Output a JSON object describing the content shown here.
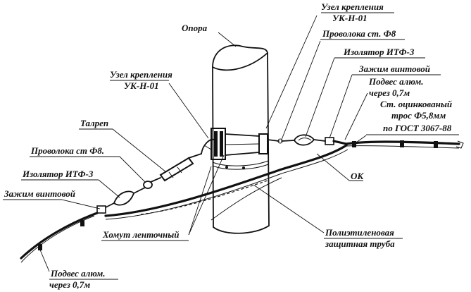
{
  "labels": {
    "opora": "Опора",
    "uzel_right_1": "Узел крепления",
    "uzel_right_2": "УК-Н-01",
    "provoloka_right": "Проволока ст. Ф8",
    "izolyator_right": "Изолятор ИТФ-3",
    "zazhim_right": "Зажим винтовой",
    "podves_right_1": "Подвес алюм.",
    "podves_right_2": "через 0,7м",
    "tros_1": "Ст. оцинкованый",
    "tros_2": "трос Ф5,8мм",
    "tros_3": "по ГОСТ 3067-88",
    "ok": "ОК",
    "uzel_left_1": "Узел крепления",
    "uzel_left_2": "УК-Н-01",
    "talrep": "Талреп",
    "provoloka_left": "Проволока ст Ф8.",
    "izolyator_left": "Изолятор ИТФ-3",
    "zazhim_left": "Зажим винтовой",
    "khomut": "Хомут ленточный",
    "truba_1": "Полиэтиленовая",
    "truba_2": "защитная труба",
    "podves_left_1": "Подвес алюм.",
    "podves_left_2": "через 0,7м"
  }
}
